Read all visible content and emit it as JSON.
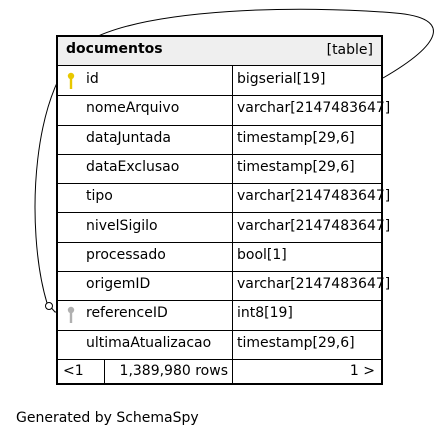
{
  "table": {
    "name": "documentos",
    "kind": "[table]",
    "columns": [
      {
        "name": "id",
        "type": "bigserial[19]",
        "icon": "primary-key-icon",
        "icon_color": "#e8c800"
      },
      {
        "name": "nomeArquivo",
        "type": "varchar[2147483647]"
      },
      {
        "name": "dataJuntada",
        "type": "timestamp[29,6]"
      },
      {
        "name": "dataExclusao",
        "type": "timestamp[29,6]"
      },
      {
        "name": "tipo",
        "type": "varchar[2147483647]"
      },
      {
        "name": "nivelSigilo",
        "type": "varchar[2147483647]"
      },
      {
        "name": "processado",
        "type": "bool[1]"
      },
      {
        "name": "origemID",
        "type": "varchar[2147483647]"
      },
      {
        "name": "referenceID",
        "type": "int8[19]",
        "icon": "foreign-key-icon",
        "icon_color": "#b0b0b0"
      },
      {
        "name": "ultimaAtualizacao",
        "type": "timestamp[29,6]"
      }
    ],
    "footer": {
      "left": "<1",
      "count": "1,389,980 rows",
      "right": "1 >"
    }
  },
  "relationship": {
    "from_column": "referenceID",
    "to_column": "id",
    "line_color": "#000000"
  },
  "generated_by": "Generated by SchemaSpy",
  "colors": {
    "header_bg": "#efefef",
    "border": "#000000"
  }
}
